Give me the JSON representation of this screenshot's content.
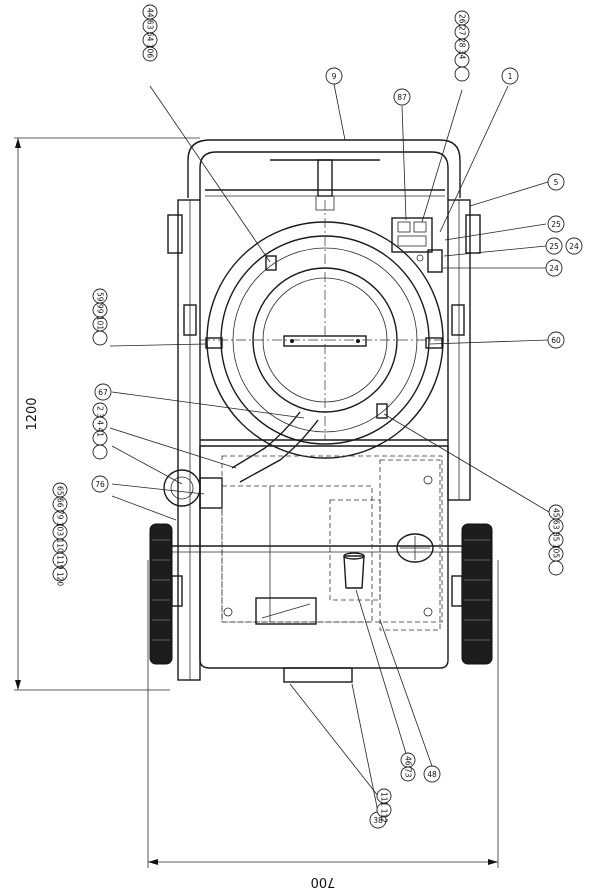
{
  "dimensions": {
    "overall_length": "1200",
    "overall_width": "700"
  },
  "callouts": {
    "c_44_63_64_106": "44 63 64 106",
    "c_9": "9",
    "c_87": "87",
    "c_26_27_28_34": "26 27 28 34",
    "c_1": "1",
    "c_5": "5",
    "c_25_a": "25",
    "c_25_b": "25",
    "c_24_a": "24",
    "c_24_b": "24",
    "c_60": "60",
    "c_59_99_101": "59 99 101",
    "c_67": "67",
    "c_2_3_4_41": "2 3 4 41",
    "c_76": "76",
    "c_65_66_79_103_110_119_120": "65 66 79 103 110 119 120",
    "c_45_63_85_105": "45 63 85 105",
    "c_48": "48",
    "c_46_73": "46 73",
    "c_38": "38",
    "c_111_112": "111 112"
  },
  "colors": {
    "line": "#1a1a1a",
    "tire": "#1d1d1d",
    "background": "#ffffff"
  }
}
